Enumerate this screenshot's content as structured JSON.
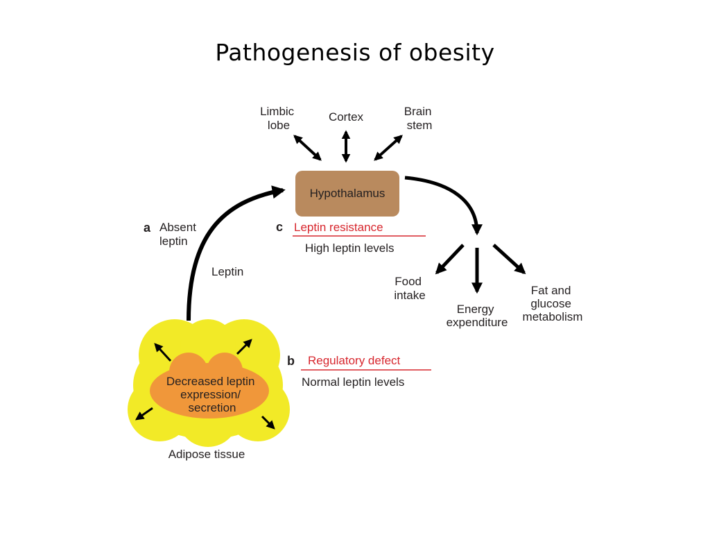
{
  "title": "Pathogenesis of obesity",
  "brain_regions": {
    "limbic": [
      "Limbic",
      "lobe"
    ],
    "cortex": "Cortex",
    "brain_stem": [
      "Brain",
      "stem"
    ]
  },
  "hypothalamus": "Hypothalamus",
  "path_a": {
    "letter": "a",
    "lines": [
      "Absent",
      "leptin"
    ]
  },
  "leptin_label": "Leptin",
  "path_c": {
    "letter": "c",
    "defect": "Leptin resistance",
    "levels": "High leptin levels"
  },
  "path_b": {
    "letter": "b",
    "defect": "Regulatory defect",
    "levels": "Normal leptin levels"
  },
  "outputs": {
    "food": [
      "Food",
      "intake"
    ],
    "energy": [
      "Energy",
      "expenditure"
    ],
    "fat": [
      "Fat and",
      "glucose",
      "metabolism"
    ]
  },
  "adipose": {
    "inner": [
      "Decreased leptin",
      "expression/",
      "secretion"
    ],
    "label": "Adipose tissue"
  },
  "colors": {
    "hypothalamus_fill": "#b98a5e",
    "adipose_outer": "#f2ea27",
    "adipose_inner": "#f0973a",
    "defect_red": "#d7262d"
  }
}
